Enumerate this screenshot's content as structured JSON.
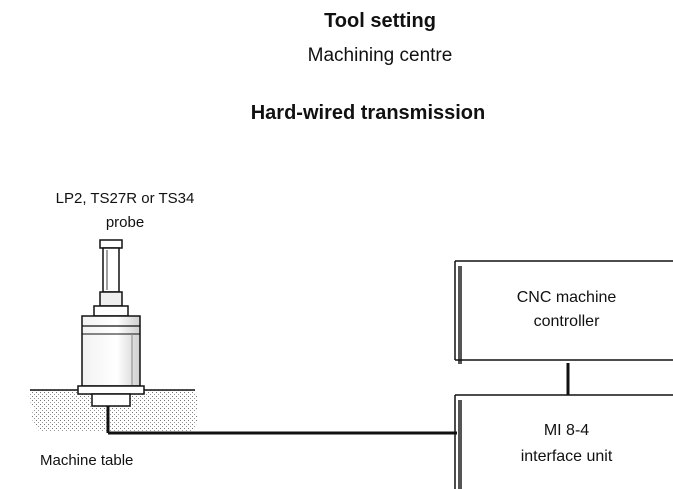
{
  "header": {
    "title": "Tool setting",
    "subtitle": "Machining centre",
    "section_title": "Hard-wired transmission"
  },
  "probe": {
    "label_line1": "LP2, TS27R or TS34",
    "label_line2": "probe"
  },
  "cnc": {
    "label_line1": "CNC machine",
    "label_line2": "controller"
  },
  "interface_unit": {
    "label_line1": "MI 8-4",
    "label_line2": "interface unit"
  },
  "machine_table": {
    "label": "Machine table"
  }
}
